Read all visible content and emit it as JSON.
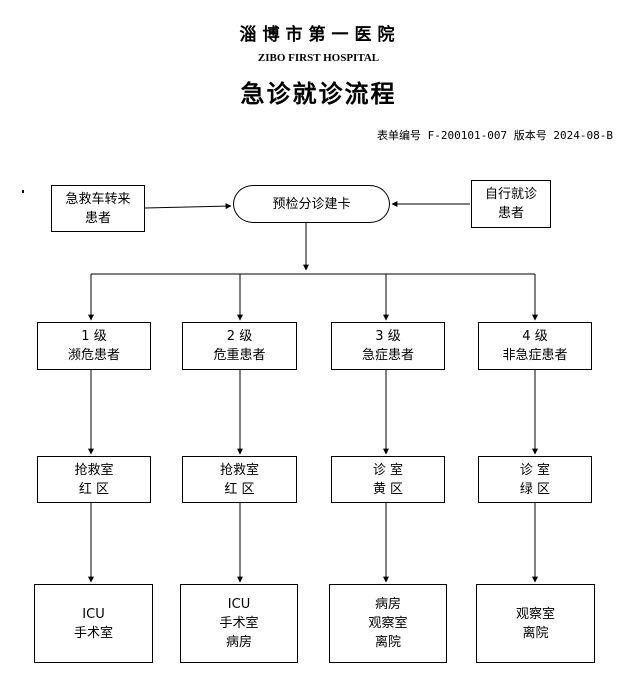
{
  "header": {
    "hospital_cn": "淄博市第一医院",
    "hospital_en": "ZIBO FIRST HOSPITAL",
    "title": "急诊就诊流程",
    "form_info": "表单编号 F-200101-007 版本号 2024-08-B"
  },
  "entry": {
    "ambulance": [
      "急救车转来",
      "患者"
    ],
    "triage": [
      "预检分诊建卡"
    ],
    "self": [
      "自行就诊",
      "患者"
    ]
  },
  "levels": [
    {
      "grade": [
        "1 级",
        "濒危患者"
      ],
      "area": [
        "抢救室",
        "红 区"
      ],
      "dest": [
        "ICU",
        "手术室"
      ]
    },
    {
      "grade": [
        "2 级",
        "危重患者"
      ],
      "area": [
        "抢救室",
        "红 区"
      ],
      "dest": [
        "ICU",
        "手术室",
        "病房"
      ]
    },
    {
      "grade": [
        "3 级",
        "急症患者"
      ],
      "area": [
        "诊 室",
        "黄 区"
      ],
      "dest": [
        "病房",
        "观察室",
        "离院"
      ]
    },
    {
      "grade": [
        "4 级",
        "非急症患者"
      ],
      "area": [
        "诊 室",
        "绿 区"
      ],
      "dest": [
        "观察室",
        "离院"
      ]
    }
  ]
}
